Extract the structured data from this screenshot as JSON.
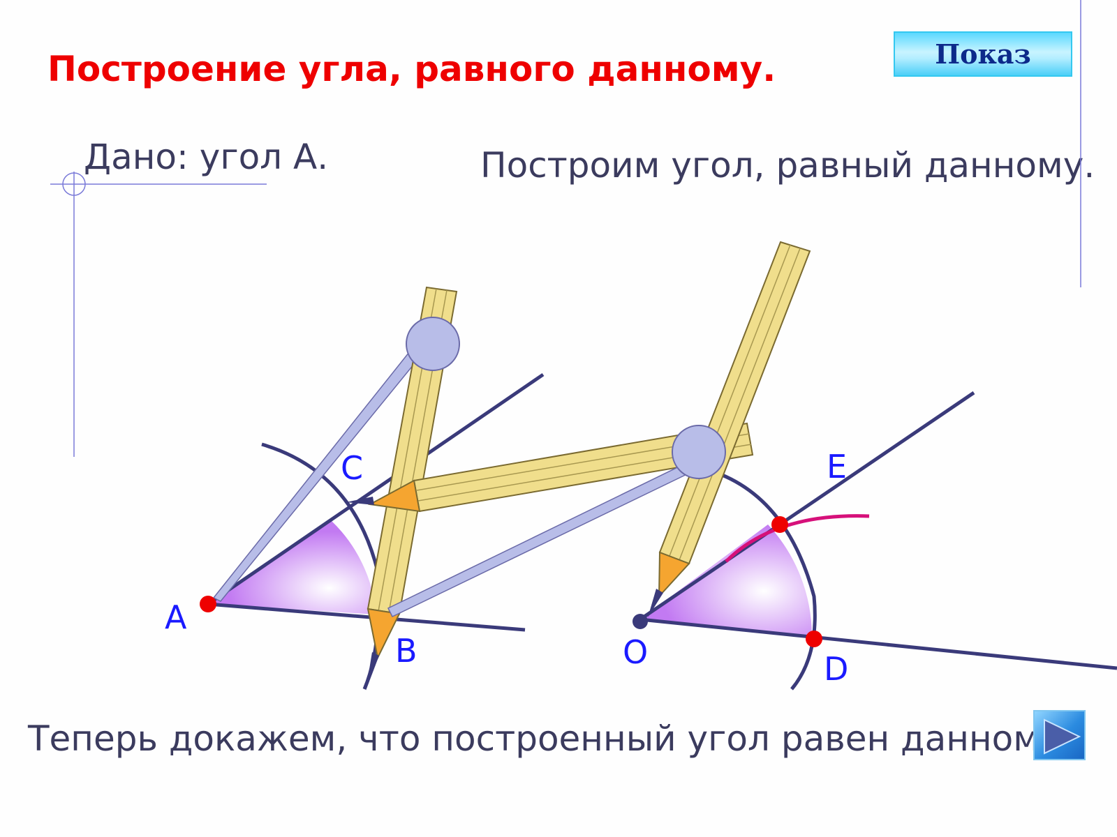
{
  "title": "Построение угла, равного данному.",
  "show_button_label": "Показ",
  "given_text": "Дано: угол А.",
  "construct_text": "Построим угол, равный данному.",
  "bottom_text": "Теперь докажем, что построенный угол равен данному.",
  "points": {
    "A": "A",
    "B": "B",
    "C": "C",
    "O": "O",
    "D": "D",
    "E": "E"
  },
  "colors": {
    "title": "#ee0000",
    "label": "#1a1aff",
    "line": "#3a3a7a",
    "point": "#ee0000",
    "arc_magenta": "#d6107a",
    "pencil": "#f0de8c",
    "compass_metal": "#b8bde8"
  }
}
